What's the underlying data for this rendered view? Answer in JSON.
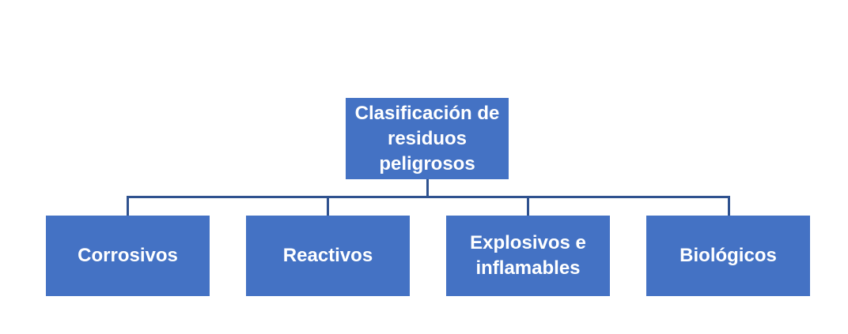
{
  "root": {
    "label": "Clasificación de residuos peligrosos"
  },
  "children": [
    {
      "label": "Corrosivos"
    },
    {
      "label": "Reactivos"
    },
    {
      "label": "Explosivos e inflamables"
    },
    {
      "label": "Biológicos"
    }
  ],
  "colors": {
    "box": "#4472C4",
    "connector": "#2F528F",
    "text": "#FFFFFF"
  }
}
